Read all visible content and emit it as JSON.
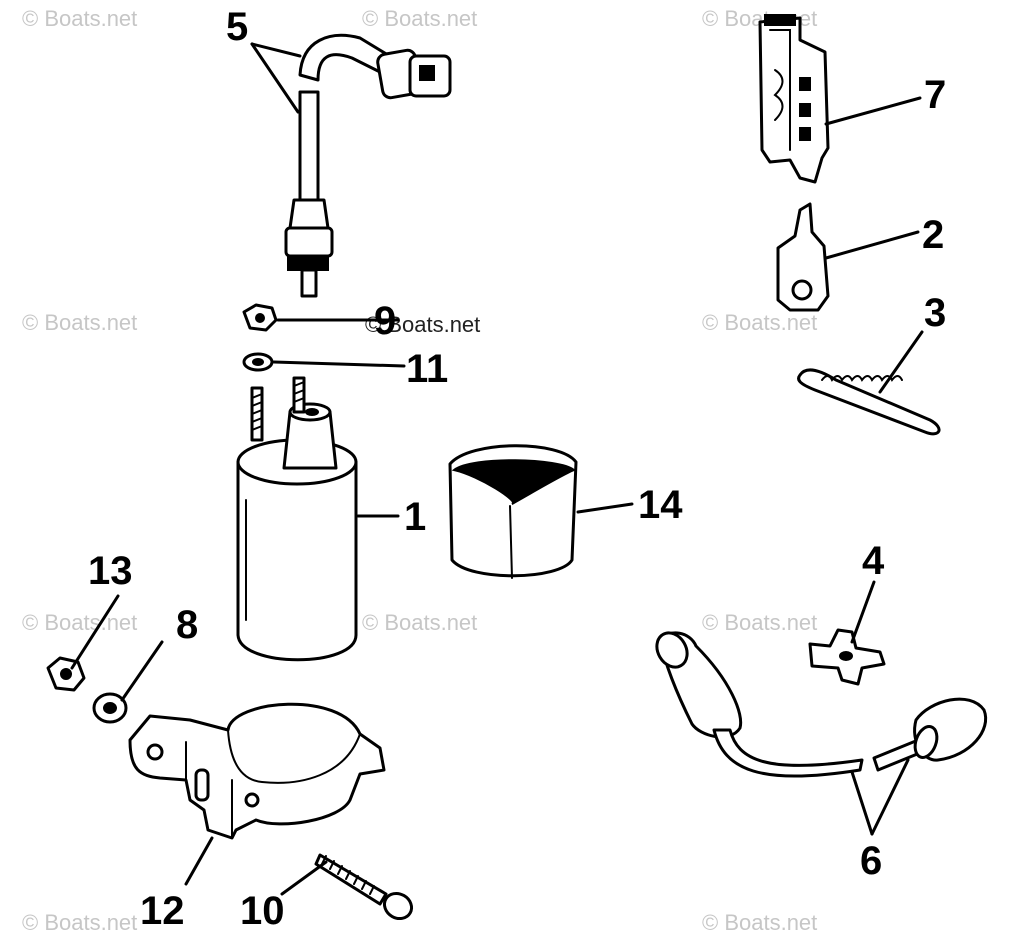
{
  "watermark": "© Boats.net",
  "watermark_center": "© Boats.net",
  "callouts": {
    "c1": "1",
    "c2": "2",
    "c3": "3",
    "c4": "4",
    "c5": "5",
    "c6": "6",
    "c7": "7",
    "c8": "8",
    "c9": "9",
    "c10": "10",
    "c11": "11",
    "c12": "12",
    "c13": "13",
    "c14": "14"
  }
}
